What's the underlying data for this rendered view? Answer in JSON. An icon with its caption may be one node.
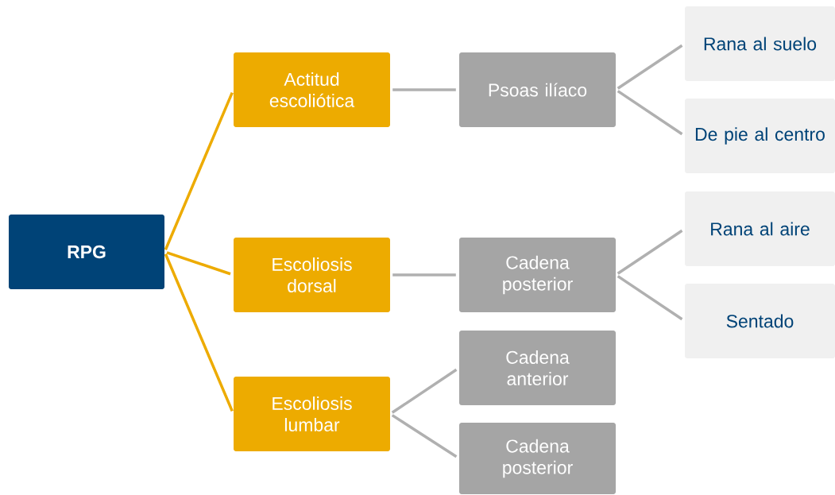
{
  "diagram": {
    "nodes": [
      {
        "text": [
          "RPG"
        ]
      },
      {
        "text": [
          "Actitud escoliótica"
        ]
      },
      {
        "text": [
          "Escoliosis dorsal"
        ]
      },
      {
        "text": [
          "Escoliosis lumbar"
        ]
      },
      {
        "text": [
          "Psoas ilíaco"
        ]
      },
      {
        "text": [
          "Cadena posterior"
        ]
      },
      {
        "text": [
          "Cadena anterior"
        ]
      },
      {
        "text": [
          "Cadena posterior"
        ]
      },
      {
        "text": [
          "Rana al suelo"
        ]
      },
      {
        "text": [
          "De pie al centro"
        ]
      },
      {
        "text": [
          "Rana al aire"
        ]
      },
      {
        "text": [
          "Sentado"
        ]
      }
    ],
    "edges": [
      {
        "from": 0,
        "to": 1,
        "arrow": "none",
        "color": "#edab00"
      },
      {
        "from": 0,
        "to": 2,
        "arrow": "none",
        "color": "#edab00"
      },
      {
        "from": 0,
        "to": 3,
        "arrow": "none",
        "color": "#edab00"
      },
      {
        "from": 1,
        "to": 4,
        "arrow": "none"
      },
      {
        "from": 2,
        "to": 5,
        "arrow": "none"
      },
      {
        "from": 3,
        "to": 6,
        "arrow": "none"
      },
      {
        "from": 3,
        "to": 7,
        "arrow": "none"
      },
      {
        "from": 4,
        "to": 8,
        "arrow": "none"
      },
      {
        "from": 4,
        "to": 9,
        "arrow": "none"
      },
      {
        "from": 5,
        "to": 10,
        "arrow": "none"
      },
      {
        "from": 5,
        "to": 11,
        "arrow": "none"
      }
    ]
  }
}
